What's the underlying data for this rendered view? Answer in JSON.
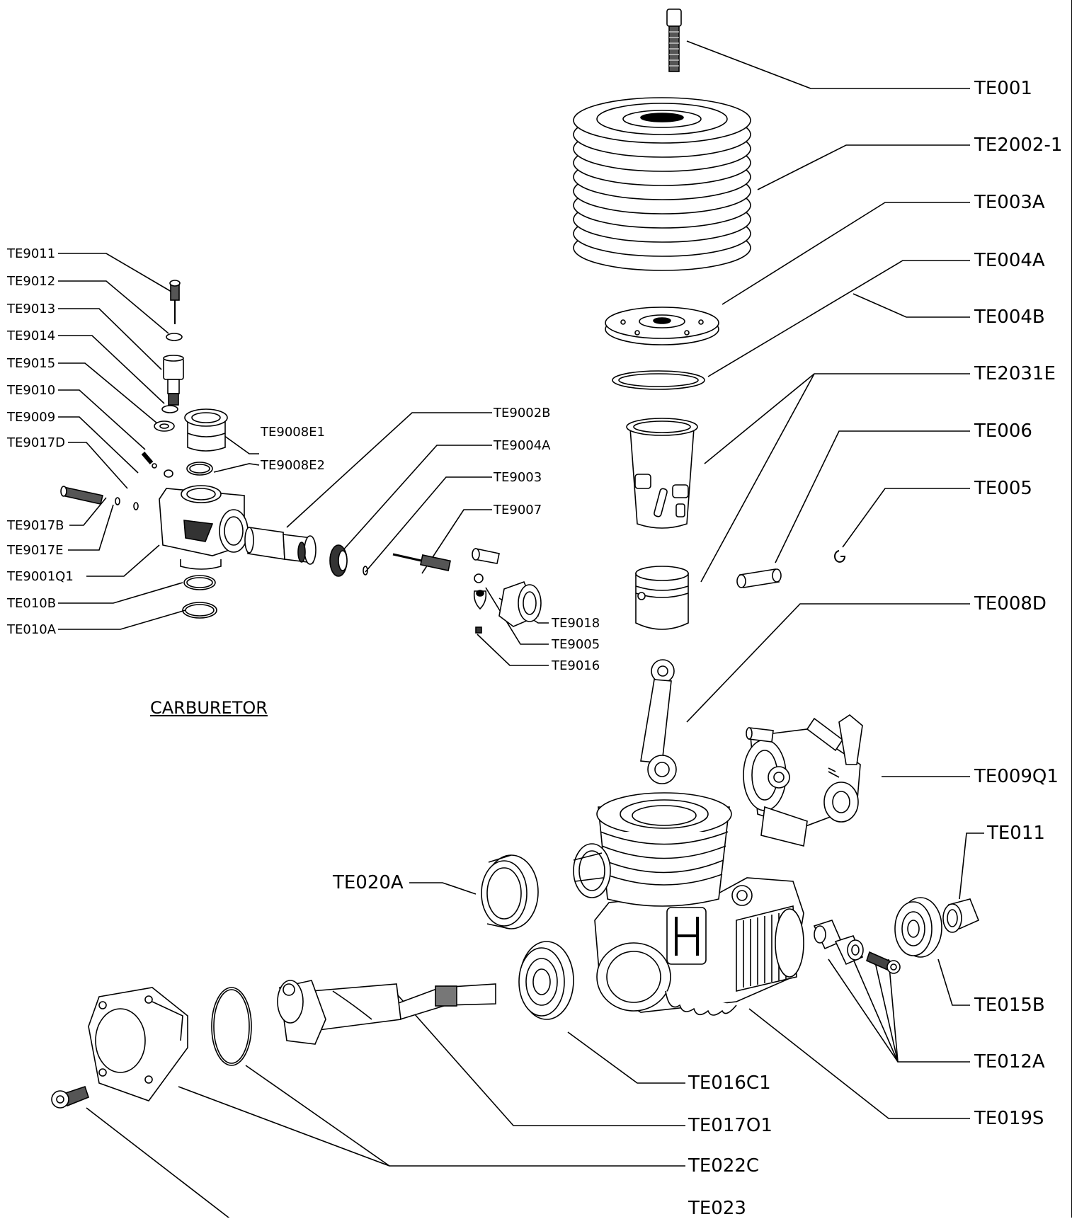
{
  "section_title": "CARBURETOR",
  "engine_labels": [
    "TE001",
    "TE2002-1",
    "TE003A",
    "TE004A",
    "TE004B",
    "TE2031E",
    "TE006",
    "TE005",
    "TE008D",
    "TE009Q1",
    "TE011",
    "TE020A",
    "TE015B",
    "TE012A",
    "TE016C1",
    "TE019S",
    "TE017O1",
    "TE022C",
    "TE023"
  ],
  "carb_labels": [
    "TE9011",
    "TE9012",
    "TE9013",
    "TE9014",
    "TE9015",
    "TE9010",
    "TE9009",
    "TE9017D",
    "TE9017B",
    "TE9017E",
    "TE9001Q1",
    "TE010B",
    "TE010A",
    "TE9008E1",
    "TE9008E2",
    "TE9002B",
    "TE9004A",
    "TE9003",
    "TE9007",
    "TE9018",
    "TE9005",
    "TE9016"
  ]
}
